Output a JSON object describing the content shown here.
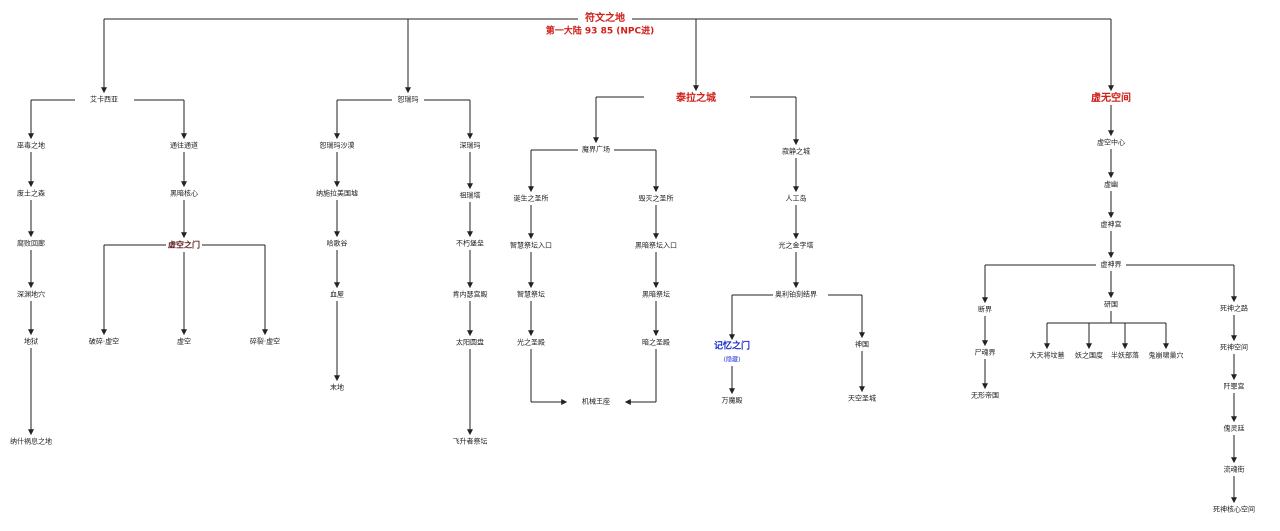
{
  "diagram": {
    "root": "符文之地",
    "root_subtitle": "第一大陆   93  85  (NPC进)",
    "branches": {
      "aisheya": {
        "name": "艾卡西亚",
        "left": [
          "巫毒之地",
          "废土之森",
          "腐败回廊",
          "深渊地穴",
          "地狱",
          "纳什祸息之地"
        ],
        "right": [
          "通往通道",
          "黑暗核心",
          "虚空之门"
        ],
        "void_children": [
          "破碎·虚空",
          "虚空",
          "碎裂·虚空"
        ]
      },
      "xerath": {
        "name": "恕瑞玛",
        "left": [
          "恕瑞玛沙漠",
          "纳施拉美国墟",
          "哈歌谷",
          "血屋",
          "末地"
        ],
        "right": [
          "深瑞玛",
          "祖瑞塔",
          "不朽堡垒",
          "肯内瑟宫殿",
          "太阳圆盘",
          "飞升者祭坛"
        ]
      },
      "targon": {
        "name": "泰拉之城",
        "left": {
          "name": "魔界广场",
          "a": [
            "诞生之圣所",
            "智慧祭坛入口",
            "智慧祭坛",
            "光之圣殿"
          ],
          "b": [
            "毁灭之圣所",
            "黑暗祭坛入口",
            "黑暗祭坛",
            "暗之圣殿"
          ],
          "merge": "机械王座"
        },
        "right": {
          "name": "寂静之城",
          "chain": [
            "人工岛",
            "光之金字塔",
            "奥利铂刻结界"
          ],
          "memory": "记忆之门",
          "memory_note": "(隐藏)",
          "memory_child": "万魔殿",
          "god": "神国",
          "god_child": "天空圣城"
        }
      },
      "void": {
        "name": "虚无空间",
        "chain": [
          "虚空中心",
          "虚幽",
          "虚神宫",
          "虚神界"
        ],
        "a": [
          "断界",
          "尸魂界",
          "无形帝国"
        ],
        "b_name": "研国",
        "b_children": [
          "大天将坟墓",
          "妖之国度",
          "半妖部落",
          "鬼崩啸巢穴"
        ],
        "c": [
          "死神之路",
          "死神空间",
          "阡罪宫",
          "傀灵廷",
          "流魂街",
          "死神核心空间"
        ]
      }
    }
  }
}
